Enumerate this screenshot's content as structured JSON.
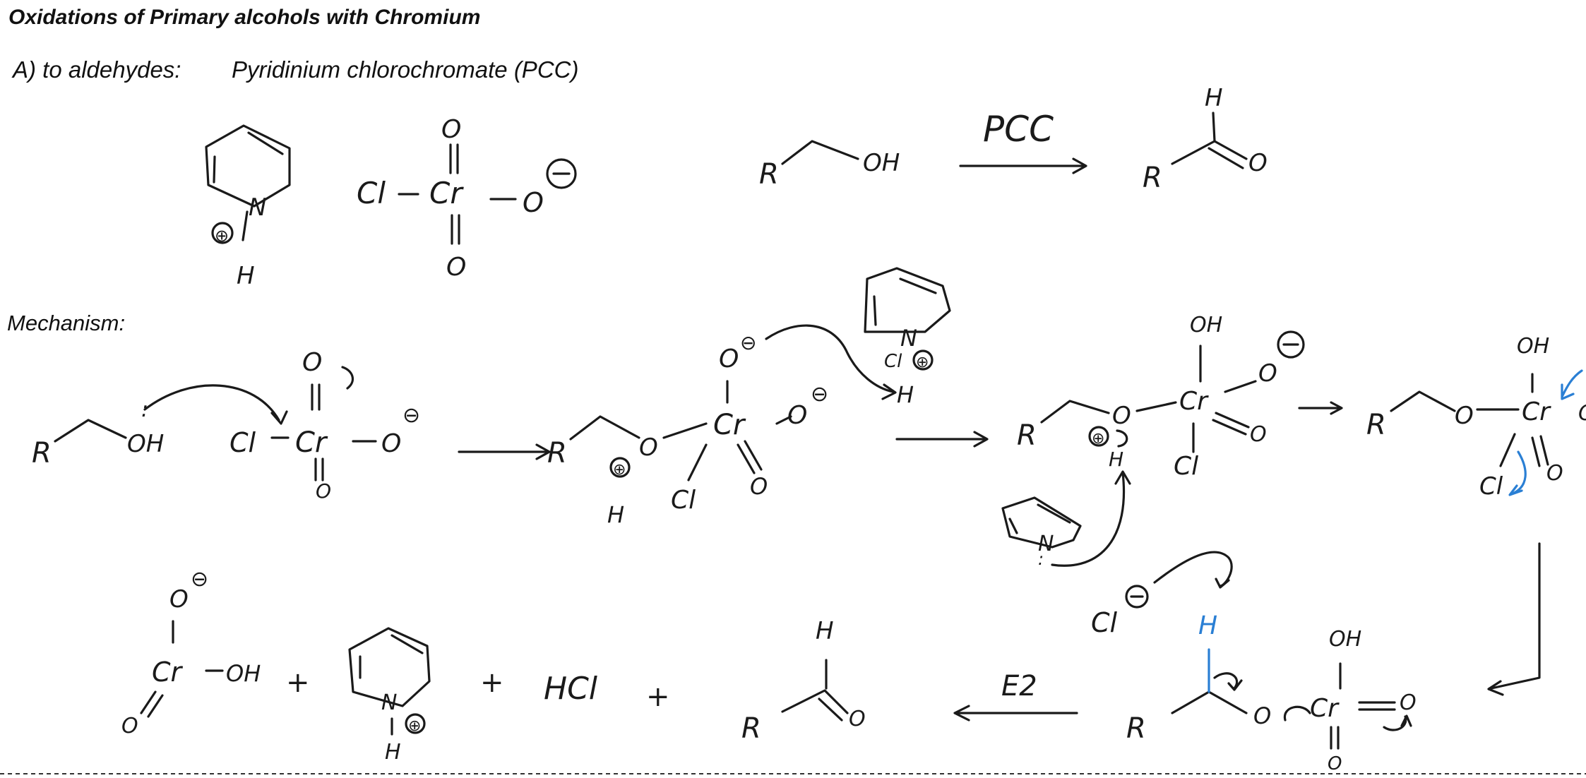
{
  "header": {
    "title": "Oxidations of Primary alcohols with Chromium",
    "subtitle": "A) to aldehydes:",
    "reagent": "Pyridinium chlorochromate (PCC)",
    "mechanism_label": "Mechanism:"
  },
  "labels": {
    "pcc": "PCC",
    "e2": "E2",
    "hcl": "HCl",
    "plus": "+",
    "R": "R",
    "OH": "OH",
    "H": "H",
    "O": "O",
    "Cl": "Cl",
    "Cr": "Cr",
    "N": "N",
    "minus": "⊖",
    "plus_charge": "⊕",
    "dots": ":"
  },
  "colors": {
    "ink": "#1a1a1a",
    "highlight": "#2a7fd4"
  }
}
